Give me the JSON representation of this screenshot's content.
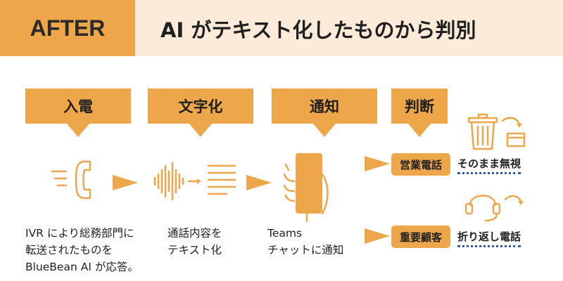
{
  "header": {
    "badge": "AFTER",
    "title": "AI がテキスト化したものから判別"
  },
  "steps": [
    {
      "label": "入電"
    },
    {
      "label": "文字化"
    },
    {
      "label": "通知"
    },
    {
      "label": "判断"
    }
  ],
  "descriptions": {
    "incoming": [
      "IVR により総務部門に",
      "転送されたものを",
      "BlueBean AI が応答。"
    ],
    "transcribe": [
      "通話内容を",
      "テキスト化"
    ],
    "notify": [
      "Teams",
      "チャットに通知"
    ]
  },
  "outcomes": [
    {
      "tag": "営業電話",
      "result": "そのまま無視"
    },
    {
      "tag": "重要顧客",
      "result": "折り返し電話"
    }
  ],
  "colors": {
    "accent": "#eea64a",
    "header_bg": "#fcebd9",
    "underline": "#2d5da8"
  },
  "icons": [
    "phone-icon",
    "soundwave-icon",
    "text-lines-icon",
    "smartphone-hand-icon",
    "trash-icon",
    "box-icon",
    "headset-icon"
  ]
}
